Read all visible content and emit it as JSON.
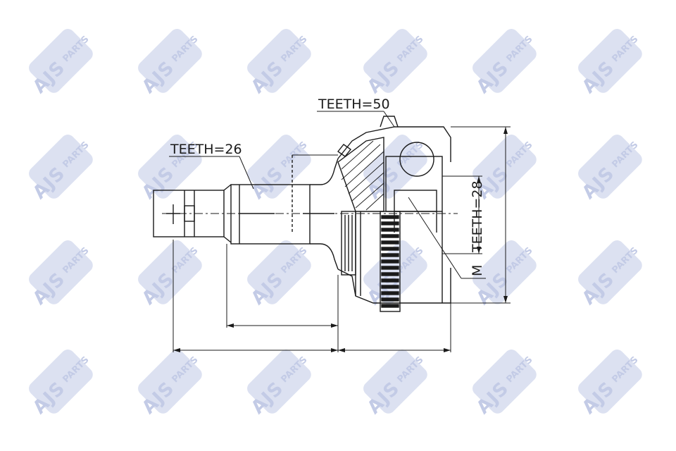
{
  "watermark": {
    "brand": "AJS",
    "suffix": "PARTS"
  },
  "labels": {
    "teeth_outer": "TEETH=26",
    "teeth_ring": "TEETH=50",
    "teeth_inner": "TEETH=28",
    "thread": "M"
  },
  "colors": {
    "line": "#1a1a1a",
    "watermark": "#c3cbe6"
  }
}
